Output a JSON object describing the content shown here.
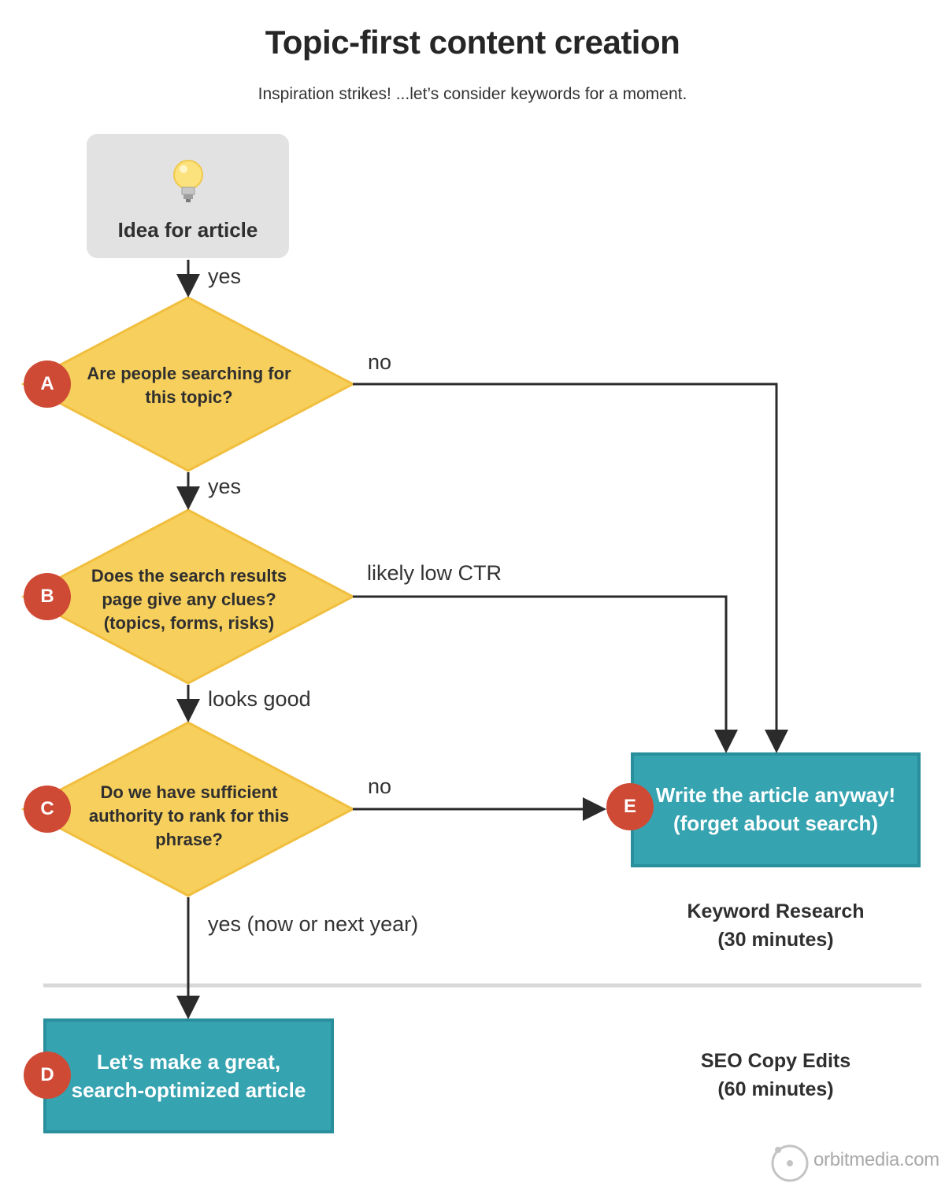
{
  "title": "Topic-first content creation",
  "subtitle": "Inspiration strikes! ...let’s consider keywords for a moment.",
  "colors": {
    "diamond": "#f7cf5c",
    "diamond_edge": "#f1bf3f",
    "badge": "#cf4a35",
    "teal_box": "#36a3b0",
    "teal_border": "#2a8f9c",
    "idea_box": "#e2e2e2",
    "arrow": "#2b2b2b",
    "divider": "#d8d8d8"
  },
  "start": {
    "icon": "lightbulb-icon",
    "label": "Idea for article"
  },
  "nodes": {
    "a": {
      "badge": "A",
      "lines": [
        "Are people searching for",
        "this topic?"
      ]
    },
    "b": {
      "badge": "B",
      "lines": [
        "Does the search results",
        "page give any clues?",
        "(topics, forms, risks)"
      ]
    },
    "c": {
      "badge": "C",
      "lines": [
        "Do we have sufficient",
        "authority to rank for this",
        "phrase?"
      ]
    },
    "d": {
      "badge": "D",
      "lines": [
        "Let’s make a great,",
        "search-optimized article"
      ]
    },
    "e": {
      "badge": "E",
      "lines": [
        "Write the article anyway!",
        "(forget about search)"
      ]
    }
  },
  "edges": {
    "start_a": "yes",
    "a_b": "yes",
    "a_e": "no",
    "b_c": "looks good",
    "b_e": "likely low CTR",
    "c_e": "no",
    "c_d": "yes (now or next year)"
  },
  "sections": {
    "keyword_research": [
      "Keyword Research",
      "(30 minutes)"
    ],
    "seo_copy_edits": [
      "SEO Copy Edits",
      "(60 minutes)"
    ]
  },
  "brand": {
    "icon": "orbit-logo-icon",
    "text": "orbitmedia.com"
  }
}
